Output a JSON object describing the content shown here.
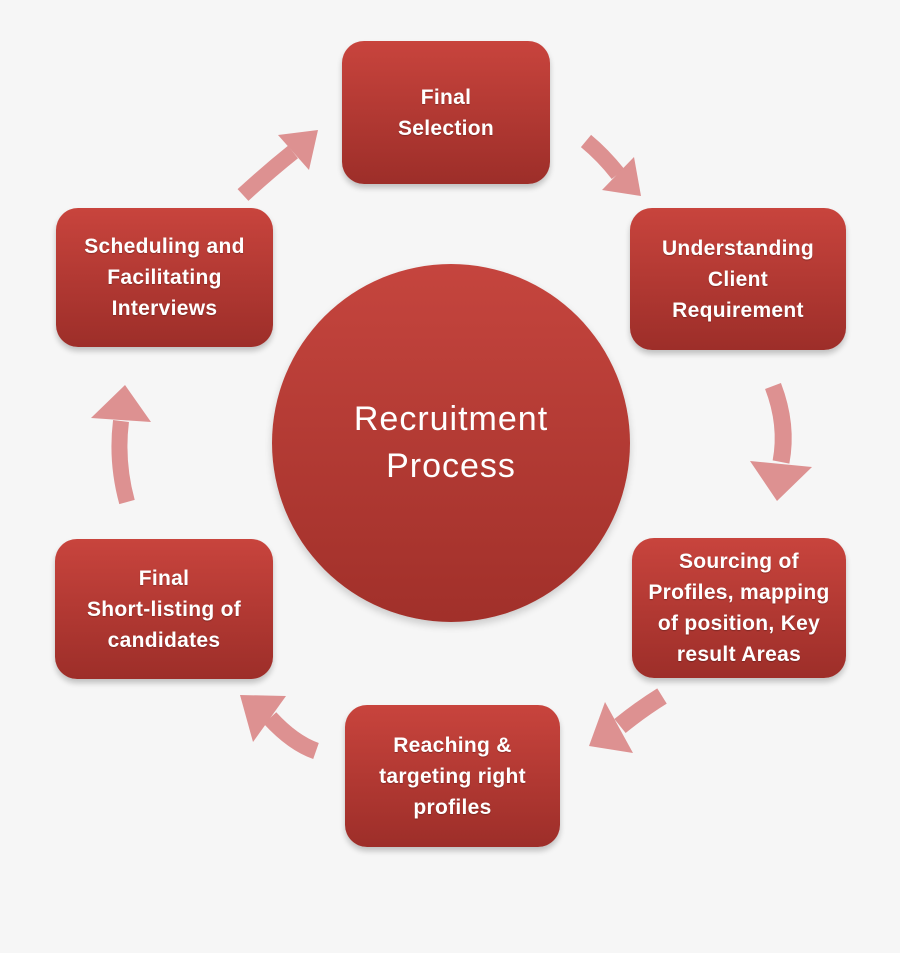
{
  "diagram": {
    "background_color": "#f6f6f6",
    "colors": {
      "box_gradient_top": "#c8443d",
      "box_gradient_bottom": "#9d2e29",
      "circle_gradient_top": "#c5453e",
      "circle_gradient_bottom": "#a1302a",
      "arrow": "#dd9191",
      "text": "#ffffff"
    },
    "center": {
      "label": "Recruitment\nProcess"
    },
    "steps": [
      {
        "id": "final-selection",
        "label": "Final\nSelection"
      },
      {
        "id": "understanding-client-requirement",
        "label": "Understanding\nClient\nRequirement"
      },
      {
        "id": "sourcing-of-profiles",
        "label": "Sourcing of\nProfiles, mapping\nof position, Key\nresult Areas"
      },
      {
        "id": "reaching-targeting-right-profiles",
        "label": "Reaching &\ntargeting right\nprofiles"
      },
      {
        "id": "final-short-listing-of-candidates",
        "label": "Final\nShort-listing of\ncandidates"
      },
      {
        "id": "scheduling-and-facilitating-interviews",
        "label": "Scheduling and\nFacilitating\nInterviews"
      }
    ],
    "arrows": [
      {
        "from": "final-selection",
        "to": "understanding-client-requirement"
      },
      {
        "from": "understanding-client-requirement",
        "to": "sourcing-of-profiles"
      },
      {
        "from": "sourcing-of-profiles",
        "to": "reaching-targeting-right-profiles"
      },
      {
        "from": "reaching-targeting-right-profiles",
        "to": "final-short-listing-of-candidates"
      },
      {
        "from": "final-short-listing-of-candidates",
        "to": "scheduling-and-facilitating-interviews"
      },
      {
        "from": "scheduling-and-facilitating-interviews",
        "to": "final-selection"
      }
    ]
  }
}
